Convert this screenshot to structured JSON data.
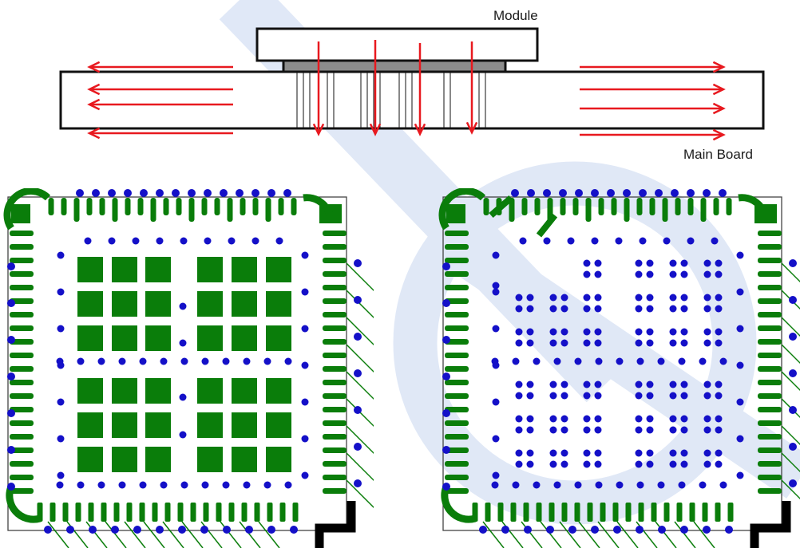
{
  "labels": {
    "module": "Module",
    "main_board": "Main Board"
  },
  "colors": {
    "arrow": "#e8191f",
    "outline": "#111111",
    "copper": "#0a7d0a",
    "via": "#1410c8",
    "watermark": "#dde6f6"
  },
  "layouts": [
    {
      "id": "left-pcb",
      "pad_style": "solid-pads"
    },
    {
      "id": "right-pcb",
      "pad_style": "via-grid"
    }
  ]
}
